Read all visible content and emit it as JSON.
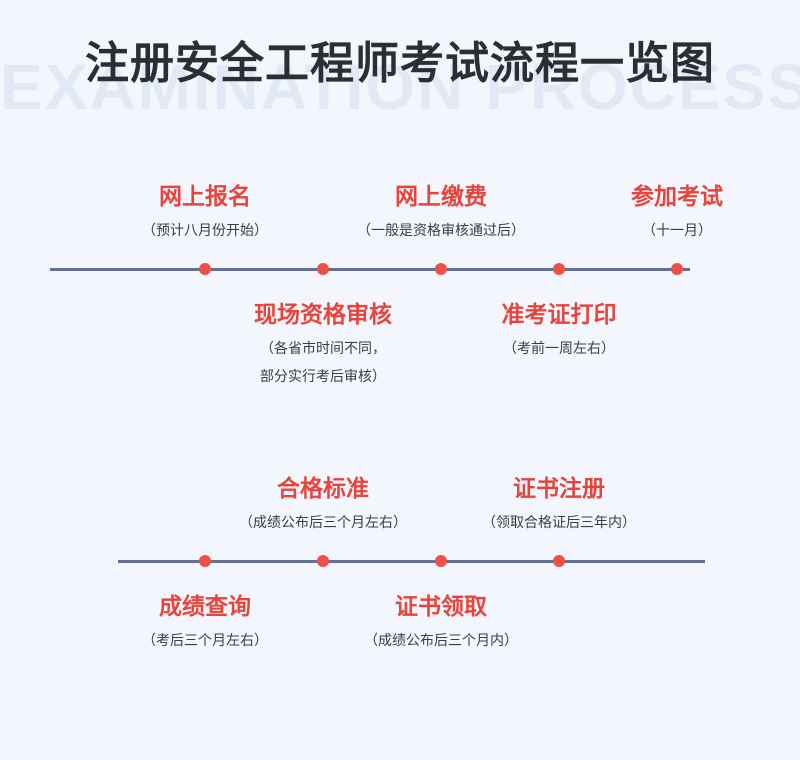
{
  "watermark": "EXAMINATION PROCESS",
  "title": "注册安全工程师考试流程一览图",
  "colors": {
    "background": "#f3f7fd",
    "line": "#646f96",
    "dot": "#ee5045",
    "step_title": "#e9443c",
    "title": "#2b2e33"
  },
  "row1": {
    "top_steps": [
      {
        "title": "网上报名",
        "note": "（预计八月份开始）"
      },
      {
        "title": "网上缴费",
        "note": "（一般是资格审核通过后）"
      },
      {
        "title": "参加考试",
        "note": "（十一月）"
      }
    ],
    "bottom_steps": [
      {
        "title": "现场资格审核",
        "note_line1": "（各省市时间不同，",
        "note_line2": "部分实行考后审核）"
      },
      {
        "title": "准考证打印",
        "note": "（考前一周左右）"
      }
    ]
  },
  "row2": {
    "top_steps": [
      {
        "title": "合格标准",
        "note": "（成绩公布后三个月左右）"
      },
      {
        "title": "证书注册",
        "note": "（领取合格证后三年内）"
      }
    ],
    "bottom_steps": [
      {
        "title": "成绩查询",
        "note": "（考后三个月左右）"
      },
      {
        "title": "证书领取",
        "note": "（成绩公布后三个月内）"
      }
    ]
  }
}
